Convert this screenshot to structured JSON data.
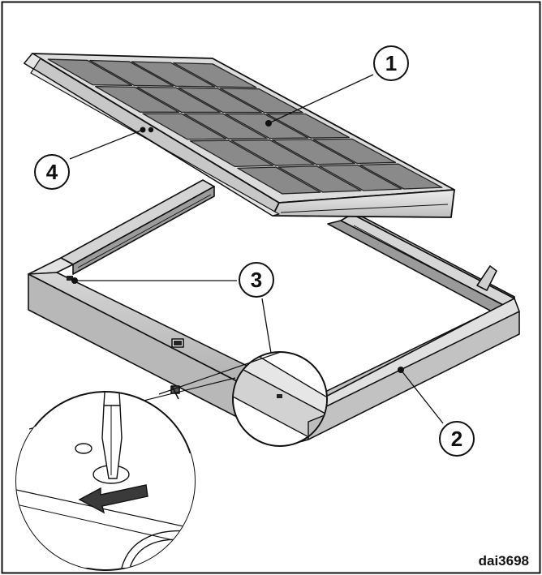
{
  "figure": {
    "id": "dai3698",
    "callouts": [
      {
        "key": "1",
        "label": "1"
      },
      {
        "key": "2",
        "label": "2"
      },
      {
        "key": "3",
        "label": "3"
      },
      {
        "key": "4",
        "label": "4"
      }
    ]
  },
  "colors": {
    "line": "#111111",
    "frame_face": "#c8c8c8",
    "frame_top": "#e4e4e4",
    "filter_cell": "#8a8a8a",
    "filter_frame": "#d9d9d9",
    "arrow": "#3a3a3a"
  }
}
